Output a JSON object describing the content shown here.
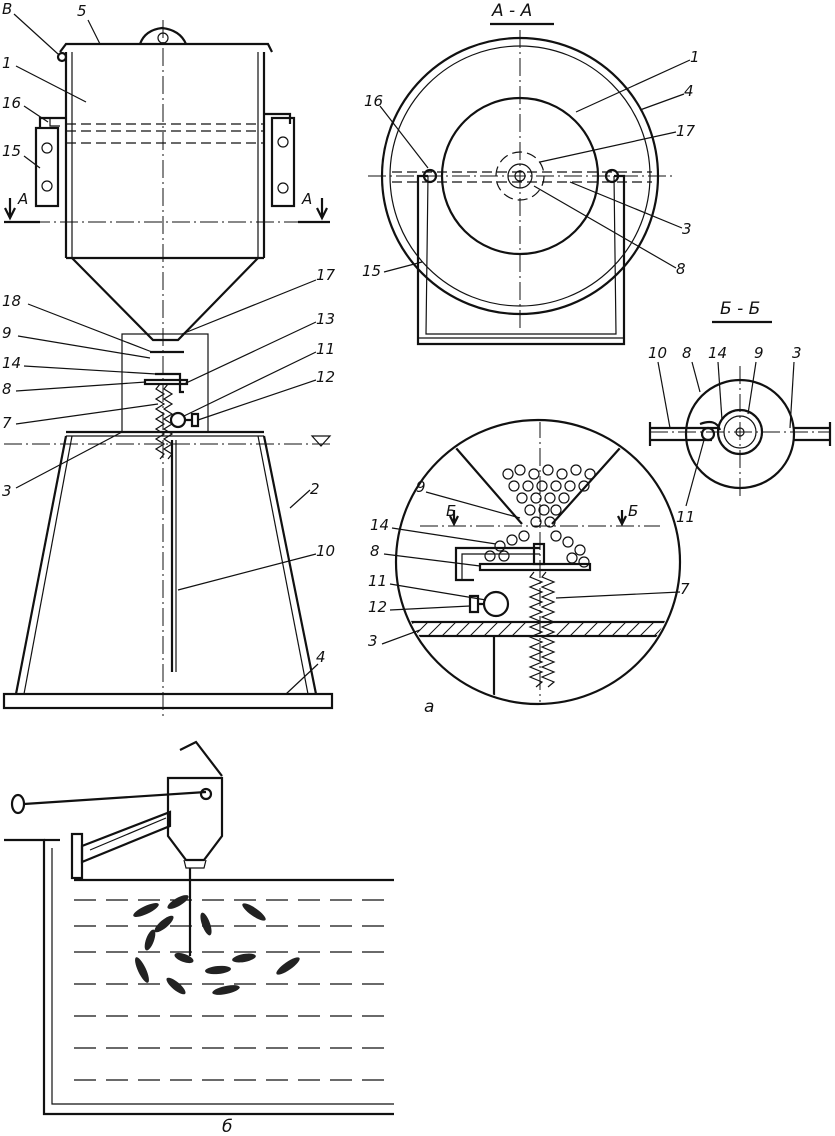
{
  "labels": {
    "v": "В",
    "n5": "5",
    "n1": "1",
    "n16": "16",
    "n15": "15",
    "a_left": "А",
    "a_right": "А",
    "n18": "18",
    "n9": "9",
    "n14": "14",
    "n8": "8",
    "n7": "7",
    "n3": "3",
    "n17": "17",
    "n13": "13",
    "n11": "11",
    "n12": "12",
    "n2": "2",
    "n10": "10",
    "n4": "4"
  },
  "section_aa": {
    "title": "А - А",
    "n16": "16",
    "n1": "1",
    "n4": "4",
    "n17": "17",
    "n3": "3",
    "n8": "8",
    "n15": "15"
  },
  "section_bb": {
    "title": "Б - Б",
    "n10": "10",
    "n8": "8",
    "n14": "14",
    "n9": "9",
    "n3": "3",
    "n11": "11"
  },
  "detail": {
    "n9": "9",
    "b_left": "Б",
    "b_right": "Б",
    "n14": "14",
    "n8": "8",
    "n11": "11",
    "n12": "12",
    "n3": "3",
    "n7": "7",
    "caption": "а"
  },
  "scene": {
    "caption": "б"
  }
}
